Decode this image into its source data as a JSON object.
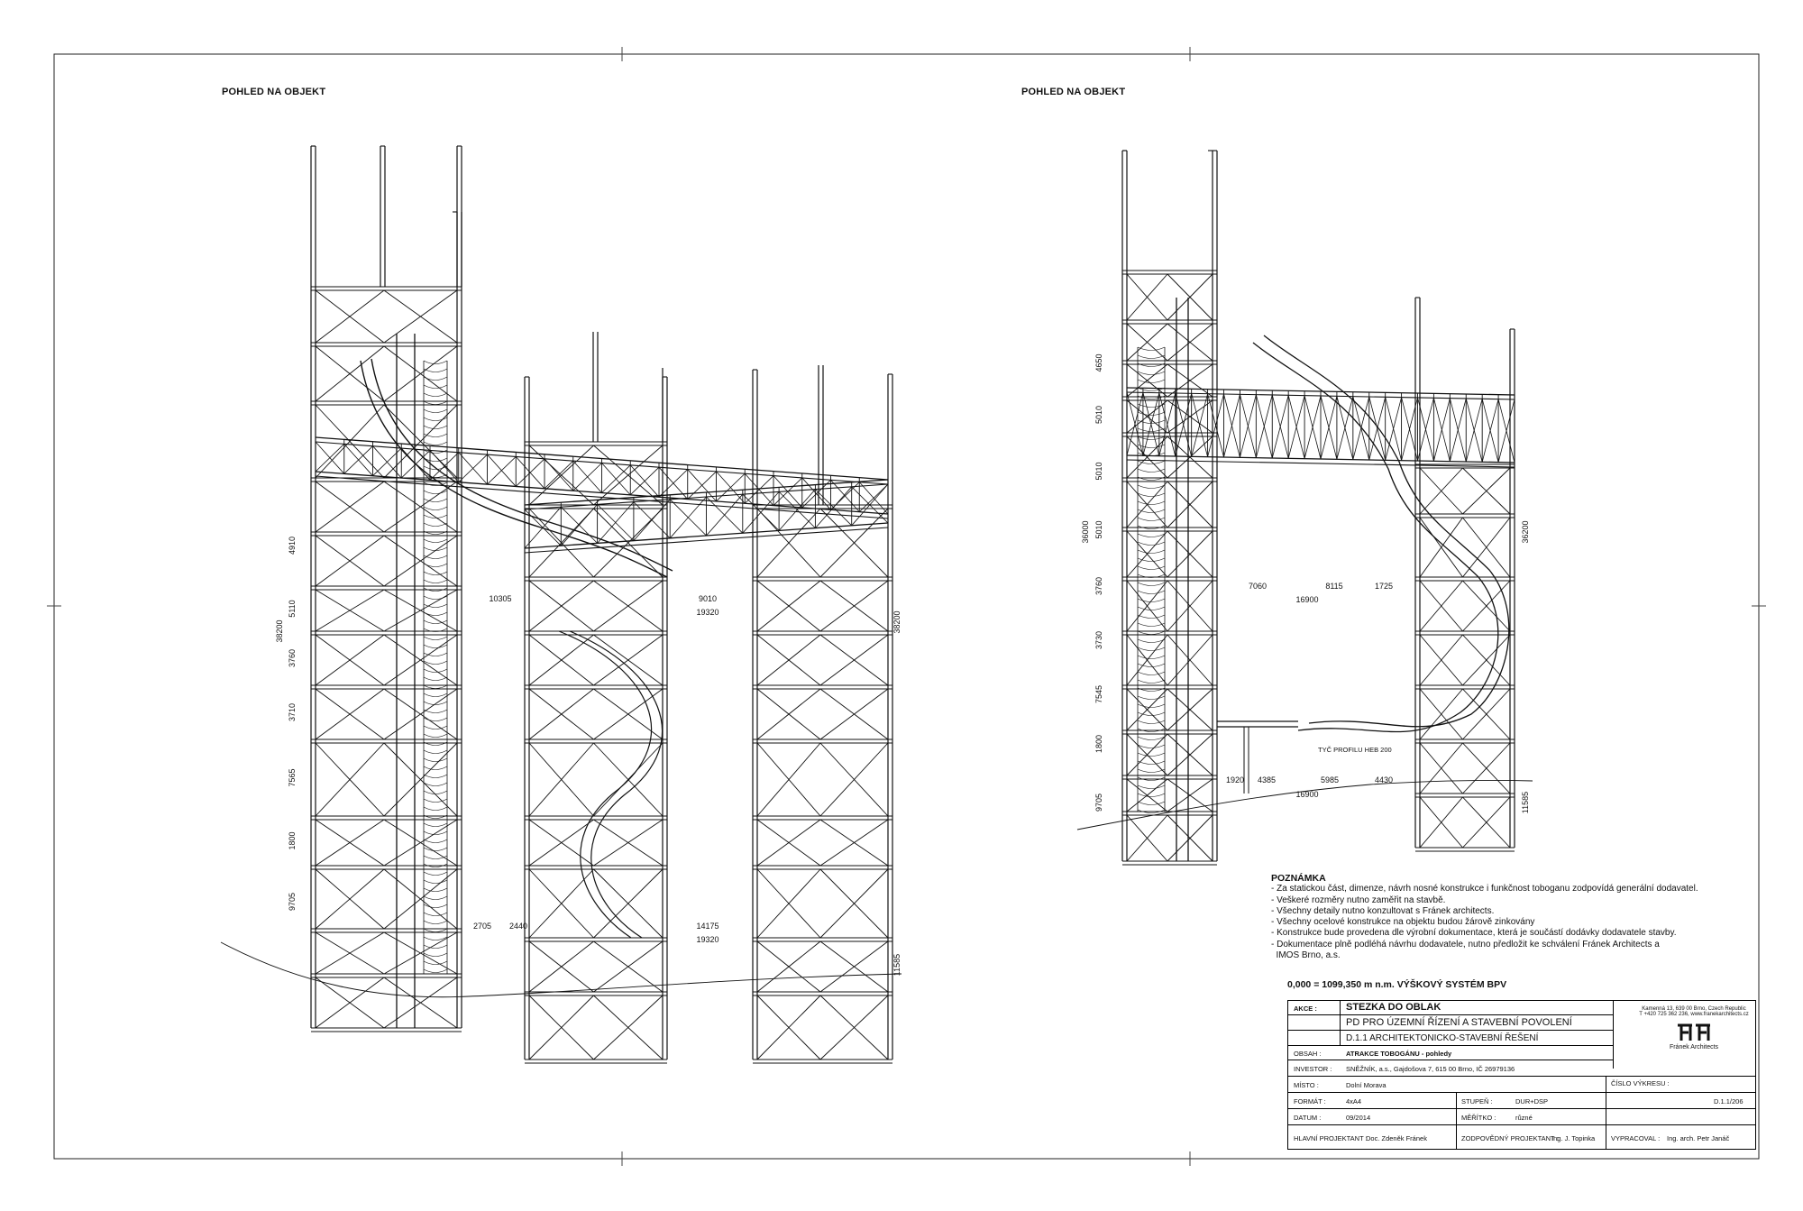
{
  "sheet": {
    "left_view_title": "POHLED NA OBJEKT",
    "right_view_title": "POHLED NA OBJEKT"
  },
  "left_dims": {
    "overall_left": "38200",
    "overall_right": "38200",
    "segments": [
      "4910",
      "5110",
      "3760",
      "3710",
      "7565",
      "1800",
      "9705"
    ],
    "horiz_upper": [
      "10305",
      "9010",
      "19320"
    ],
    "horiz_lower": [
      "2705",
      "2440",
      "14175",
      "19320"
    ],
    "base": "11585"
  },
  "right_dims": {
    "overall_left": "36000",
    "overall_right": "36200",
    "segments": [
      "4650",
      "5010",
      "5010",
      "5010",
      "3760",
      "3730",
      "7545",
      "1800",
      "9705"
    ],
    "horiz_upper": [
      "7060",
      "8115",
      "1725",
      "16900"
    ],
    "horiz_lower": [
      "1920",
      "4385",
      "5985",
      "4430",
      "16900"
    ],
    "base": "11585",
    "profile_label": "TYČ PROFILU HEB 200"
  },
  "notes": {
    "heading": "POZNÁMKA",
    "lines": [
      "- Za statickou část, dimenze, návrh nosné konstrukce i funkčnost toboganu zodpovídá generální dodavatel.",
      "- Veškeré rozměry nutno zaměřit na stavbě.",
      "- Všechny detaily nutno konzultovat s Fránek architects.",
      "- Všechny ocelové konstrukce na objektu budou žárově zinkovány",
      "- Konstrukce bude provedena dle výrobní dokumentace, která je součástí dodávky dodavatele stavby.",
      "- Dokumentace plně podléhá návrhu dodavatele, nutno předložit ke schválení Fránek Architects a",
      "  IMOS Brno, a.s."
    ]
  },
  "datum": "0,000 = 1099,350 m n.m.   VÝŠKOVÝ SYSTÉM BPV",
  "title_block": {
    "akce_label": "AKCE :",
    "akce": "STEZKA DO OBLAK",
    "phase": "PD PRO ÚZEMNÍ ŘÍZENÍ A STAVEBNÍ POVOLENÍ",
    "part": "D.1.1 ARCHITEKTONICKO-STAVEBNÍ ŘEŠENÍ",
    "obsah_label": "OBSAH :",
    "obsah": "ATRAKCE TOBOGÁNU - pohledy",
    "investor_label": "INVESTOR :",
    "investor": "SNĚŽNÍK, a.s., Gajdošova 7, 615 00 Brno, IČ 26979136",
    "misto_label": "MÍSTO :",
    "misto": "Dolní Morava",
    "cislo_label": "ČÍSLO VÝKRESU :",
    "format_label": "FORMÁT :",
    "format": "4xA4",
    "stupen_label": "STUPEŇ :",
    "stupen": "DUR+DSP",
    "cislo": "D.1.1/206",
    "datum_label": "DATUM :",
    "datum": "09/2014",
    "meritko_label": "MĚŘÍTKO :",
    "meritko": "různé",
    "hlavni_label": "HLAVNÍ PROJEKTANT :",
    "hlavni": "Doc. Zdeněk Fránek",
    "zodp_label": "ZODPOVĚDNÝ PROJEKTANT :",
    "zodp": "Ing. J. Topinka",
    "vyprac_label": "VYPRACOVAL :",
    "vyprac": "Ing. arch. Petr Janáč",
    "address_1": "Kamenná 13, 639 00  Brno, Czech Republic",
    "address_2": "T +420 725 362 236, www.franekarchitects.cz",
    "logo_text": "Fránek Architects"
  }
}
